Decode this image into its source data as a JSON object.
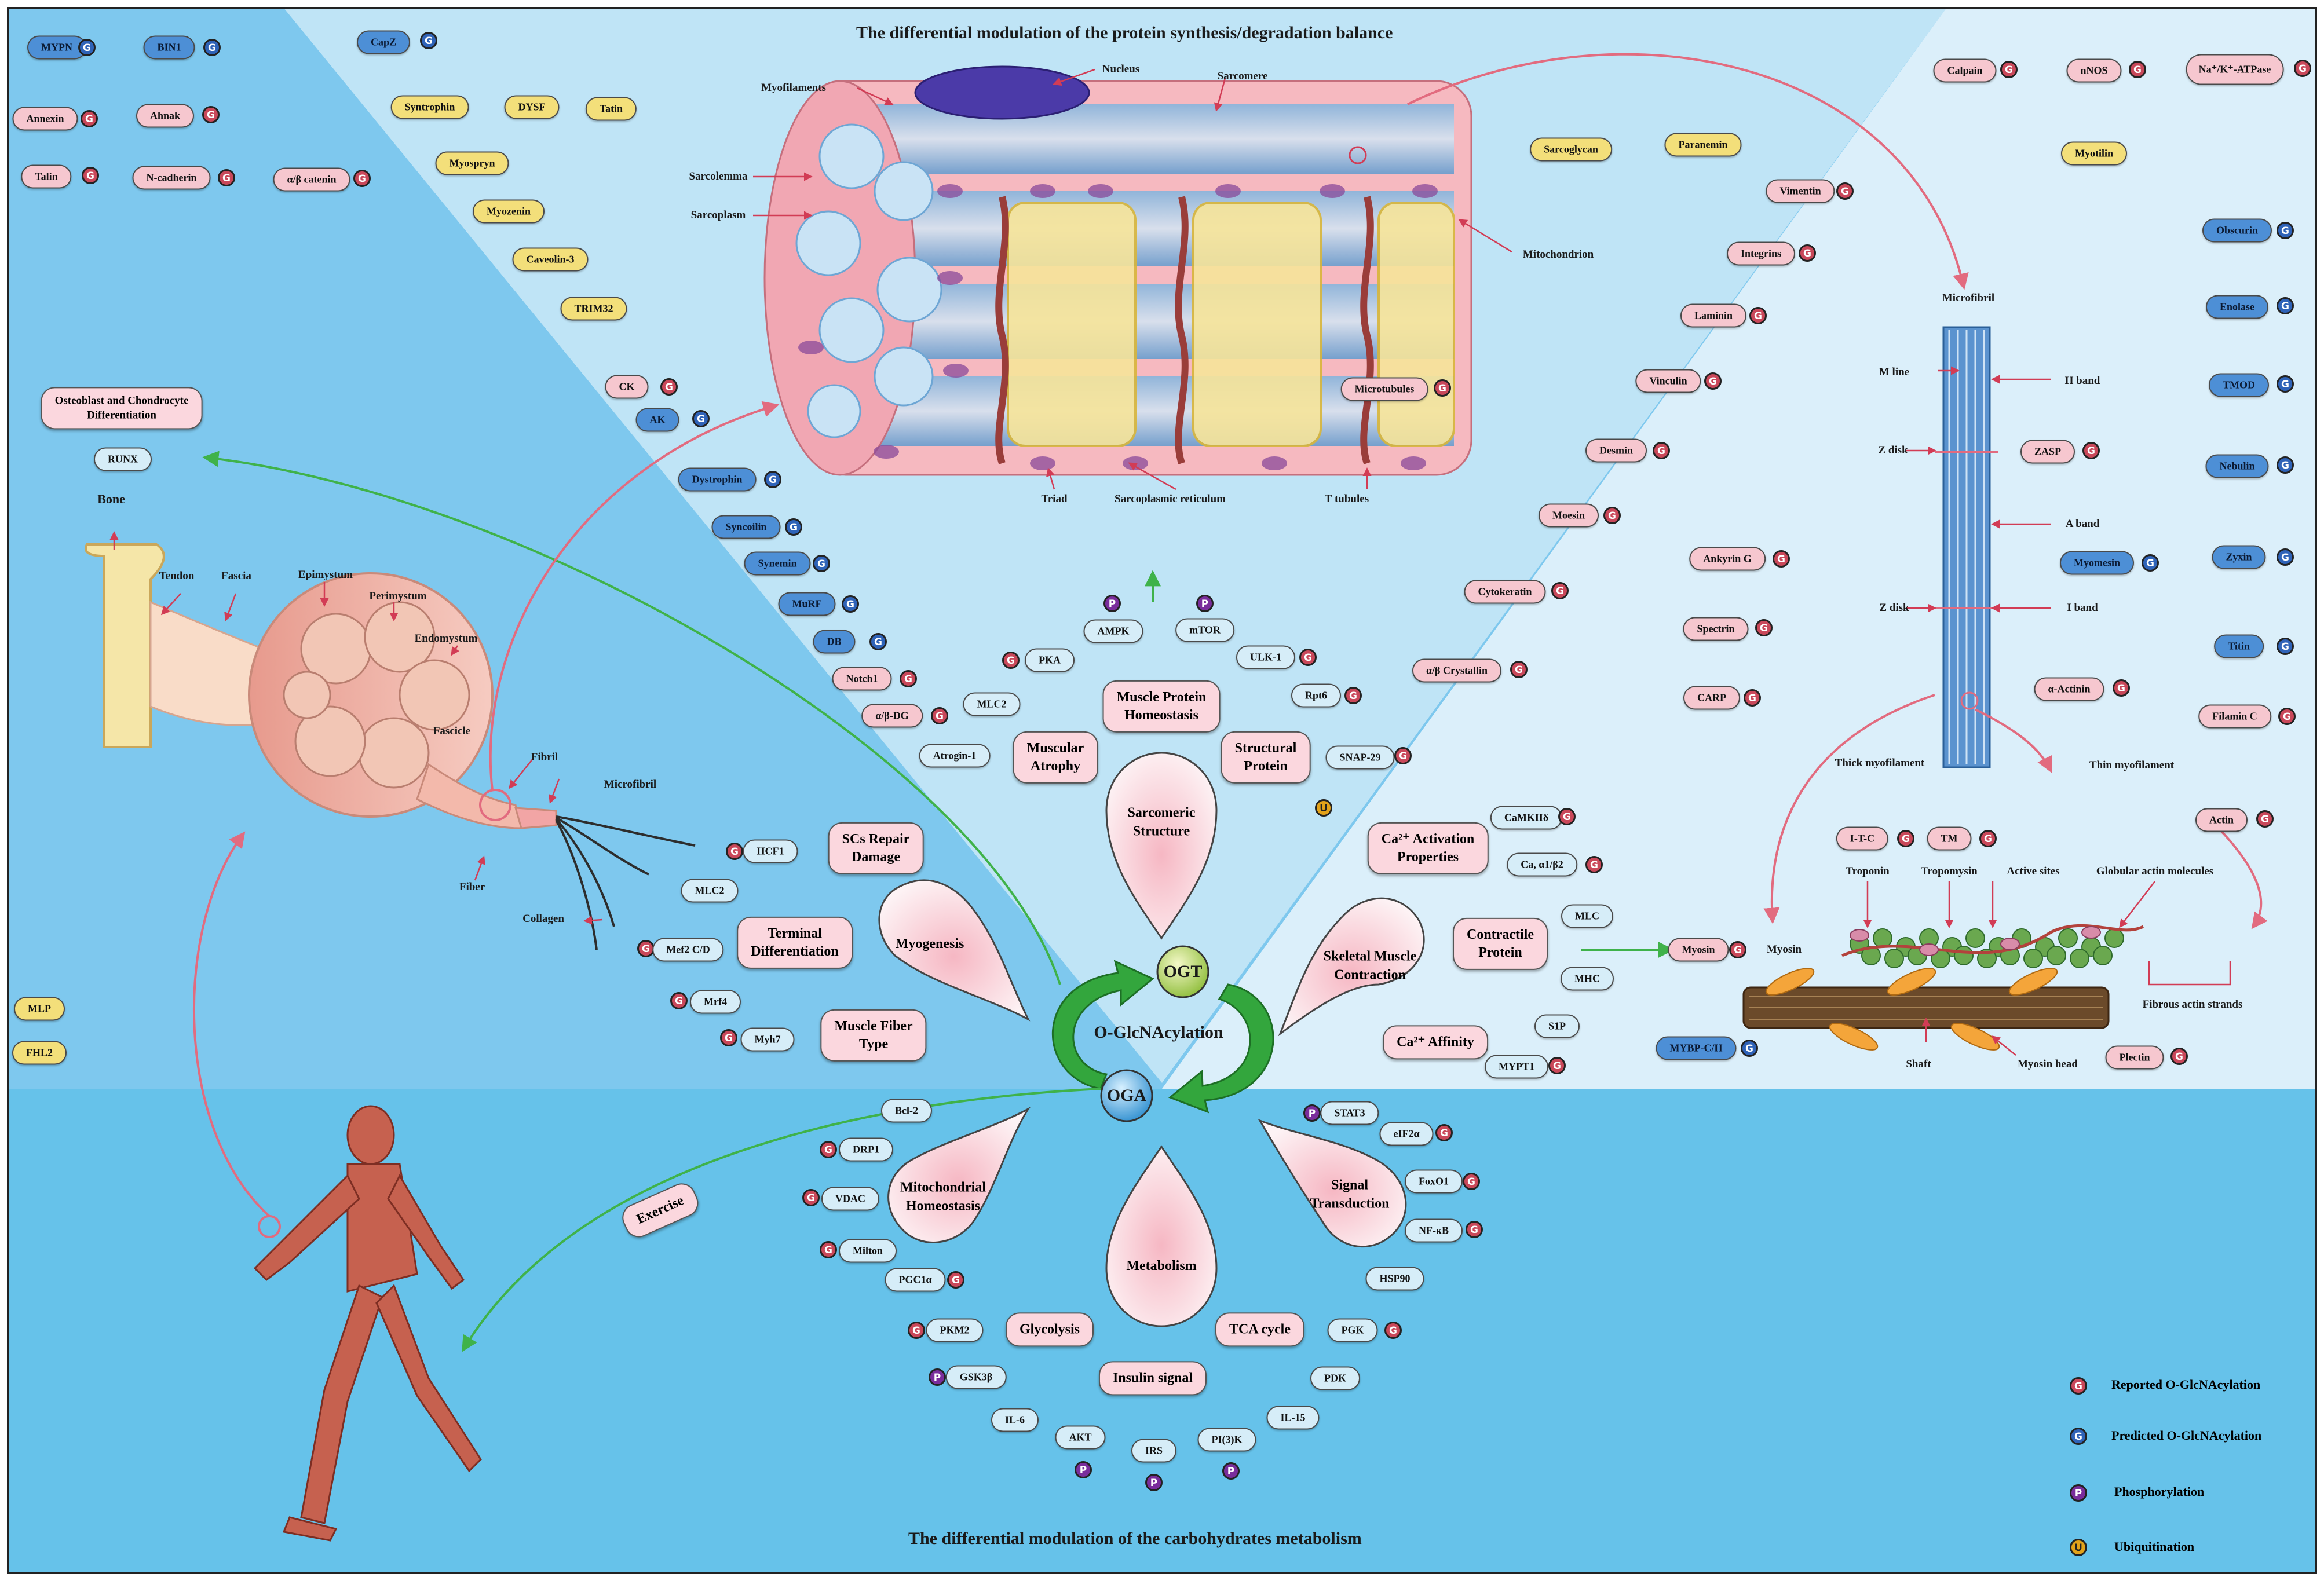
{
  "titles": {
    "top": "The differential modulation of the protein synthesis/degradation balance",
    "bottom": "The differential modulation of the carbohydrates metabolism"
  },
  "center": {
    "ogt": "OGT",
    "oga": "OGA",
    "glc": "O-GlcNAcylation"
  },
  "colors": {
    "bg_left": "#7ec8ee",
    "bg_top": "#bfe4f6",
    "bg_right": "#dbeffa",
    "bg_bottom": "#66c2ea",
    "pink": "#f6c7cf",
    "yellow": "#f3df7a",
    "blue": "#4d8fd6"
  },
  "badge_letters": {
    "g": "G",
    "p": "P",
    "u": "U"
  },
  "left_proteins": {
    "mypn": "MYPN",
    "bin1": "BIN1",
    "capz": "CapZ",
    "annexin": "Annexin",
    "ahnak": "Ahnak",
    "talin": "Talin",
    "ncadherin": "N-cadherin",
    "abcatenin": "α/β catenin",
    "syntrophin": "Syntrophin",
    "dysf": "DYSF",
    "tatin": "Tatin",
    "myospryn": "Myospryn",
    "myozenin": "Myozenin",
    "caveolin": "Caveolin-3",
    "trim32": "TRIM32",
    "ck": "CK",
    "ak": "AK",
    "runx": "RUNX",
    "mlp": "MLP",
    "fhl2": "FHL2",
    "dystrophin": "Dystrophin",
    "syncoilin": "Syncoilin",
    "synemin": "Synemin",
    "murf": "MuRF",
    "db": "DB",
    "notch1": "Notch1",
    "abdg": "α/β-DG"
  },
  "osteo": {
    "line1": "Osteoblast and Chondrocyte",
    "line2": "Differentiation"
  },
  "anatomy": {
    "bone": "Bone",
    "tendon": "Tendon",
    "fascia": "Fascia",
    "epimysium": "Epimystum",
    "perimysium": "Perimystum",
    "endomysium": "Endomystum",
    "fascicle": "Fascicle",
    "fibril": "Fibril",
    "microfibril": "Microfibril",
    "fiber": "Fiber",
    "collagen": "Collagen"
  },
  "sarcomere_labels": {
    "myofilaments": "Myofilaments",
    "nucleus": "Nucleus",
    "sarcomere": "Sarcomere",
    "sarcolemma": "Sarcolemma",
    "sarcoplasm": "Sarcoplasm",
    "mitochondrion": "Mitochondrion",
    "microtubules": "Microtubules",
    "triad": "Triad",
    "sr": "Sarcoplasmic reticulum",
    "ttubules": "T tubules"
  },
  "center_proteins": {
    "ampk": "AMPK",
    "mtor": "mTOR",
    "pka": "PKA",
    "ulk1": "ULK-1",
    "mlc2a": "MLC2",
    "rpt6": "Rpt6",
    "atrogin": "Atrogin-1",
    "snap29": "SNAP-29",
    "hcf1": "HCF1",
    "mlc2b": "MLC2",
    "mef2": "Mef2 C/D",
    "mrf4": "Mrf4",
    "myh7": "Myh7",
    "camkii": "CaMKIIδ",
    "ca": "Ca, α1/β2",
    "mlc": "MLC",
    "mhc": "MHC",
    "s1p": "S1P",
    "mypt1": "MYPT1"
  },
  "boxes": {
    "mph": [
      "Muscle Protein",
      "Homeostasis"
    ],
    "atrophy": [
      "Muscular",
      "Atrophy"
    ],
    "structural": [
      "Structural",
      "Protein"
    ],
    "screpair": [
      "SCs Repair",
      "Damage"
    ],
    "terminal": [
      "Terminal",
      "Differentiation"
    ],
    "fibertype": [
      "Muscle Fiber",
      "Type"
    ],
    "caactivation": [
      "Ca²⁺ Activation",
      "Properties"
    ],
    "contractile": [
      "Contractile",
      "Protein"
    ],
    "caaffinity": [
      "Ca²⁺ Affinity"
    ],
    "glycolysis": [
      "Glycolysis"
    ],
    "tca": [
      "TCA cycle"
    ],
    "insulin": [
      "Insulin signal"
    ],
    "exercise": [
      "Exercise"
    ]
  },
  "petals": {
    "sarcomeric": [
      "Sarcomeric",
      "Structure"
    ],
    "myogenesis": [
      "Myogenesis"
    ],
    "contraction": [
      "Skeletal Muscle",
      "Contraction"
    ],
    "mito": [
      "Mitochondrial",
      "Homeostasis"
    ],
    "metabolism": [
      "Metabolism"
    ],
    "signal": [
      "Signal",
      "Transduction"
    ]
  },
  "right_proteins": {
    "sarcoglycan": "Sarcoglycan",
    "paranemin": "Paranemin",
    "vimentin": "Vimentin",
    "integrins": "Integrins",
    "laminin": "Laminin",
    "vinculin": "Vinculin",
    "desmin": "Desmin",
    "moesin": "Moesin",
    "cytokeratin": "Cytokeratin",
    "abcrystallin": "α/β Crystallin",
    "calpain": "Calpain",
    "nnos": "nNOS",
    "nakatpase": "Na⁺/K⁺-ATPase",
    "myotilin": "Myotilin",
    "obscurin": "Obscurin",
    "enolase": "Enolase",
    "tmod": "TMOD",
    "nebulin": "Nebulin",
    "zyxin": "Zyxin",
    "titin": "Titin",
    "filamin": "Filamin C",
    "actin": "Actin",
    "zasp": "ZASP",
    "myomesin": "Myomesin",
    "aactinin": "α-Actinin",
    "ankyrin": "Ankyrin G",
    "spectrin": "Spectrin",
    "carp": "CARP",
    "itc": "I-T-C",
    "tm": "TM",
    "myosin": "Myosin",
    "mybpc": "MYBP-C/H",
    "plectin": "Plectin"
  },
  "myofibril_labels": {
    "microfibril": "Microfibril",
    "mline": "M line",
    "hband": "H band",
    "zdisk1": "Z disk",
    "aband": "A band",
    "zdisk2": "Z disk",
    "iband": "I band",
    "thick": "Thick  myofilament",
    "thin": "Thin  myofilament",
    "troponin": "Troponin",
    "tropomysin": "Tropomysin",
    "activesites": "Active sites",
    "globular": "Globular  actin molecules",
    "fibrous": "Fibrous actin strands",
    "myosin": "Myosin",
    "shaft": "Shaft",
    "myosinhead": "Myosin head"
  },
  "bottom_proteins": {
    "bcl2": "Bcl-2",
    "drp1": "DRP1",
    "vdac": "VDAC",
    "milton": "Milton",
    "pgc1a": "PGC1α",
    "pkm2": "PKM2",
    "gsk3b": "GSK3β",
    "il6": "IL-6",
    "akt": "AKT",
    "irs": "IRS",
    "pi3k": "PI(3)K",
    "il15": "IL-15",
    "pdk": "PDK",
    "pgk": "PGK",
    "hsp90": "HSP90",
    "nfkb": "NF-κB",
    "foxo1": "FoxO1",
    "eif2a": "eIF2α",
    "stat3": "STAT3"
  },
  "legend": {
    "reported": "Reported O-GlcNAcylation",
    "predicted": "Predicted O-GlcNAcylation",
    "phospho": "Phosphorylation",
    "ubiq": "Ubiquitination"
  }
}
